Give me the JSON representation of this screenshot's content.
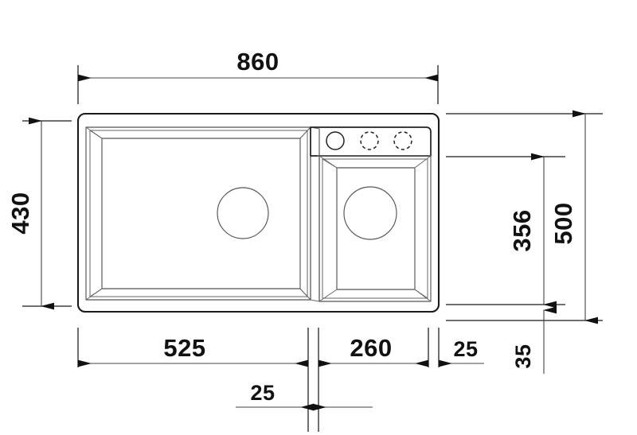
{
  "drawing": {
    "title": "Kitchen sink installation drawing",
    "subject": "double-bowl inset kitchen sink, top view with cut-out dimensions",
    "units": "mm",
    "line_color": "#1a1a1a",
    "rim_color": "#555555",
    "text_color": "#111111",
    "background": "#ffffff"
  },
  "dimensions": {
    "overall_width": "860",
    "overall_depth": "430",
    "main_bowl_width": "525",
    "divider_width": "25",
    "second_bowl_width": "260",
    "right_margin": "25",
    "cutout_depth_inner": "356",
    "cutout_depth_outer": "500",
    "ledge_offset": "35"
  },
  "labels": {
    "top_width": "860",
    "left_depth": "430",
    "bottom_main_bowl": "525",
    "bottom_divider": "25",
    "bottom_second_bowl": "260",
    "bottom_right_edge": "25",
    "right_inner": "356",
    "right_outer": "500",
    "right_lower": "35"
  },
  "features": {
    "tap_deck": {
      "hole_primary": "tap-hole-open",
      "hole_secondary_1": "tap-hole-knockout",
      "hole_secondary_2": "tap-hole-knockout"
    },
    "drains": {
      "left_bowl": "drain-opening",
      "right_bowl": "drain-opening"
    }
  }
}
